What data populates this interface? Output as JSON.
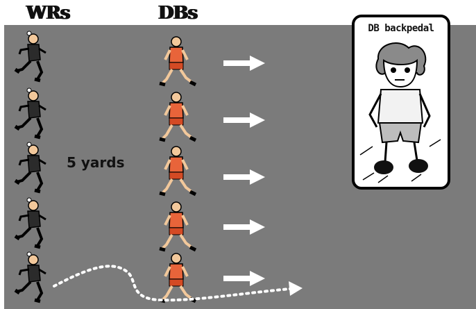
{
  "headers": {
    "wr": "WRs",
    "db": "DBs"
  },
  "distance_label": "5 yards",
  "inset": {
    "title": "DB backpedal"
  },
  "colors": {
    "field": "#7b7b7b",
    "wr_jersey": "#2b2b2b",
    "db_jersey": "#e8643a",
    "skin": "#f2c89b",
    "arrow": "#ffffff",
    "route": "#ffffff"
  },
  "icons": {
    "wr": "wide-receiver-figure-icon",
    "db": "defensive-back-figure-icon",
    "arrow": "right-arrow-icon",
    "coach": "backpedal-illustration-icon"
  }
}
